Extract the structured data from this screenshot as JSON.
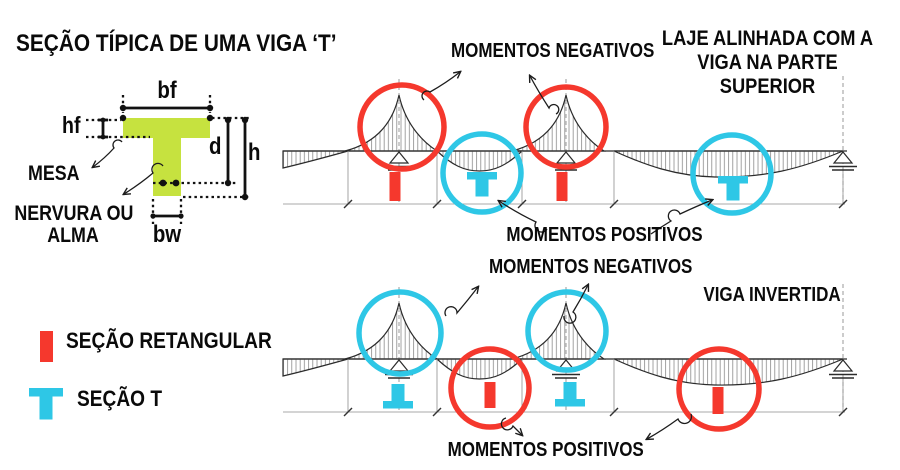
{
  "colors": {
    "red": "#F5382D",
    "cyan": "#2EC7E6",
    "green": "#C6E23F",
    "ink": "#0a0a0a"
  },
  "section_diagram": {
    "title": "SEÇÃO TÍPICA DE UMA VIGA ‘T’",
    "dim_bf": "bf",
    "dim_hf": "hf",
    "dim_d": "d",
    "dim_h": "h",
    "dim_bw": "bw",
    "label_flange": "MESA",
    "label_web_line1": "NERVURA OU",
    "label_web_line2": "ALMA"
  },
  "legend": {
    "rect_label": "SEÇÃO RETANGULAR",
    "tee_label": "SEÇÃO T"
  },
  "diagram_top": {
    "title_line1": "LAJE ALINHADA COM A",
    "title_line2": "VIGA NA PARTE",
    "title_line3": "SUPERIOR",
    "negativos": "MOMENTOS NEGATIVOS",
    "positivos": "MOMENTOS POSITIVOS"
  },
  "diagram_bottom": {
    "title": "VIGA INVERTIDA",
    "negativos": "MOMENTOS NEGATIVOS",
    "positivos": "MOMENTOS POSITIVOS"
  }
}
